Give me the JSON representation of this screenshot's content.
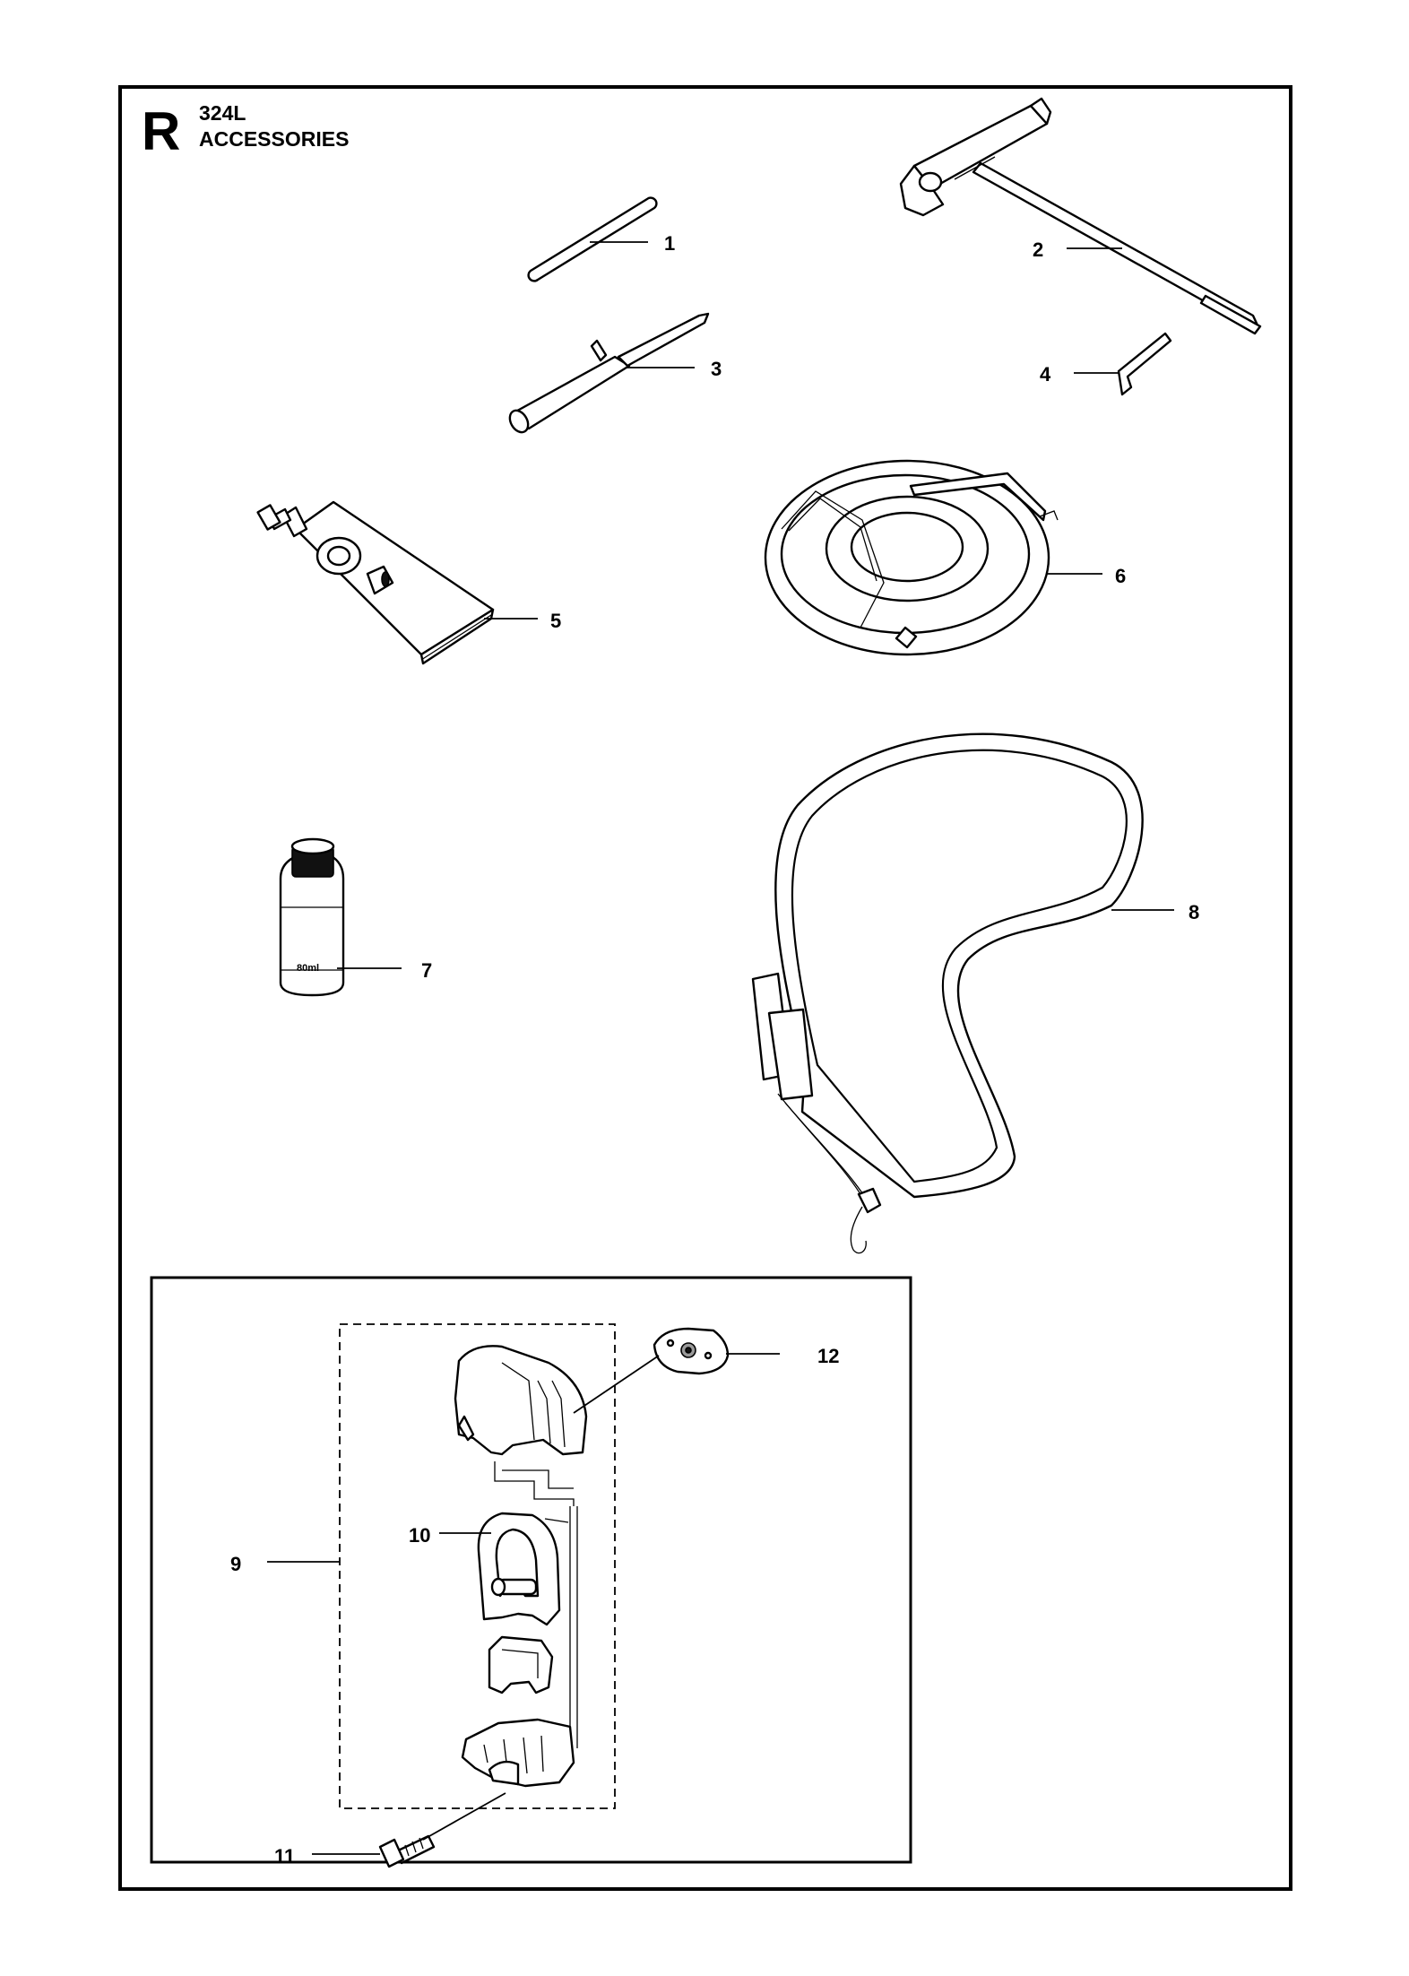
{
  "header": {
    "section_letter": "R",
    "model": "324L",
    "title": "ACCESSORIES"
  },
  "callouts": {
    "c1": "1",
    "c2": "2",
    "c3": "3",
    "c4": "4",
    "c5": "5",
    "c6": "6",
    "c7": "7",
    "c8": "8",
    "c9": "9",
    "c10": "10",
    "c11": "11",
    "c12": "12"
  },
  "oil_bottle_volume": "80ml"
}
